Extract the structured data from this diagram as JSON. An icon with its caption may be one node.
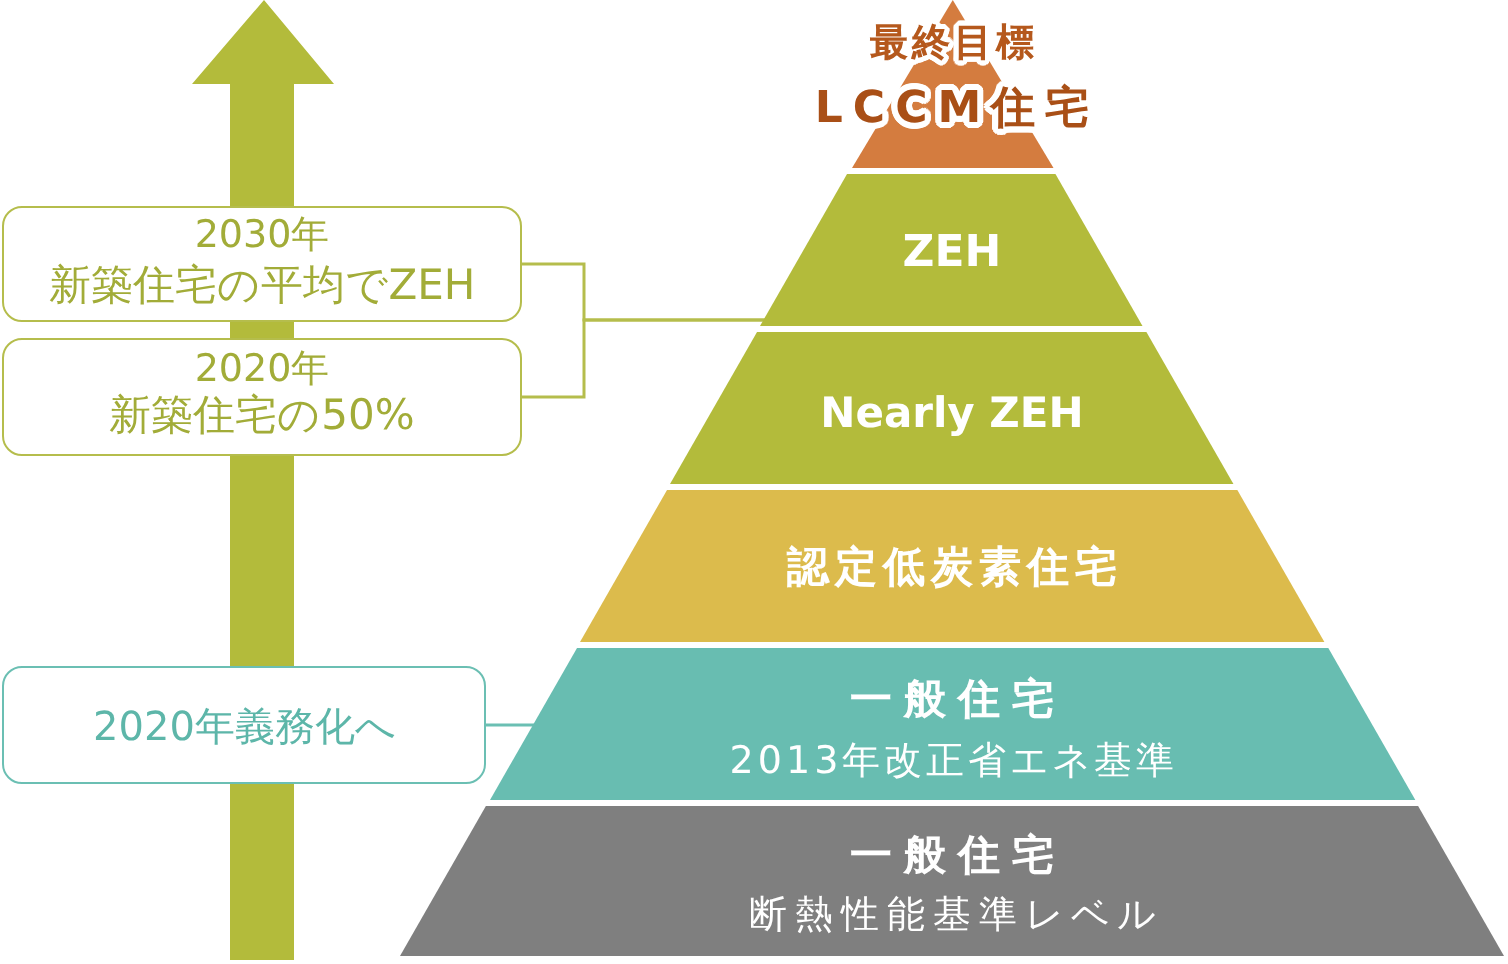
{
  "diagram": {
    "nodes": [
      {
        "text": [
          "最終目標",
          "LCCM住宅"
        ]
      },
      {
        "text": [
          "ZEH"
        ]
      },
      {
        "text": [
          "Nearly ZEH"
        ]
      },
      {
        "text": [
          "認定低炭素住宅"
        ]
      },
      {
        "text": [
          "一般住宅",
          "2013年改正省エネ基準"
        ]
      },
      {
        "text": [
          "一般住宅",
          "断熱性能基準レベル"
        ]
      },
      {
        "text": [
          "2030年",
          "新築住宅の平均でZEH"
        ]
      },
      {
        "text": [
          "2020年",
          "新築住宅の50%"
        ]
      },
      {
        "text": [
          "2020年義務化へ"
        ]
      }
    ],
    "edges": [
      {
        "from": 6,
        "to": 1,
        "arrow": "none"
      },
      {
        "from": 7,
        "to": 1,
        "arrow": "none"
      },
      {
        "from": 8,
        "to": 4,
        "arrow": "none",
        "color": "#6bbfb3"
      }
    ]
  }
}
